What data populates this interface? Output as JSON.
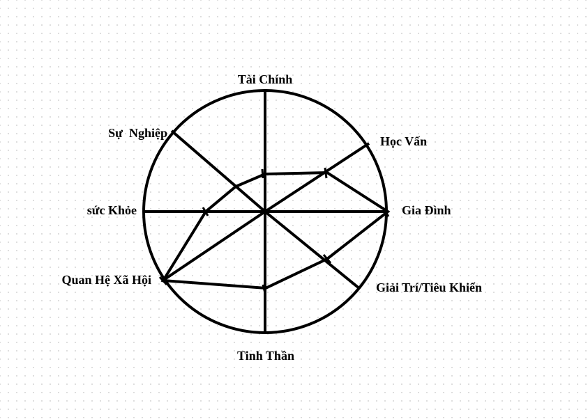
{
  "diagram": {
    "type": "radar",
    "spokes": [
      {
        "key": "tai_chinh",
        "label": "Tài Chính"
      },
      {
        "key": "hoc_van",
        "label": "Học Vấn"
      },
      {
        "key": "gia_dinh",
        "label": "Gia Đình"
      },
      {
        "key": "giai_tri",
        "label": "Giải Trí/Tiêu Khiển"
      },
      {
        "key": "tinh_than",
        "label": "Tinh Thần"
      },
      {
        "key": "quan_he",
        "label": "Quan Hệ Xã Hội"
      },
      {
        "key": "suc_khoe",
        "label": "sức Khỏe"
      },
      {
        "key": "su_nghiep",
        "label": "Sự  Nghiệp"
      }
    ],
    "colors": {
      "stroke": "#000000",
      "background": "#ffffff",
      "grid_dots": "#d7d7d7"
    }
  }
}
